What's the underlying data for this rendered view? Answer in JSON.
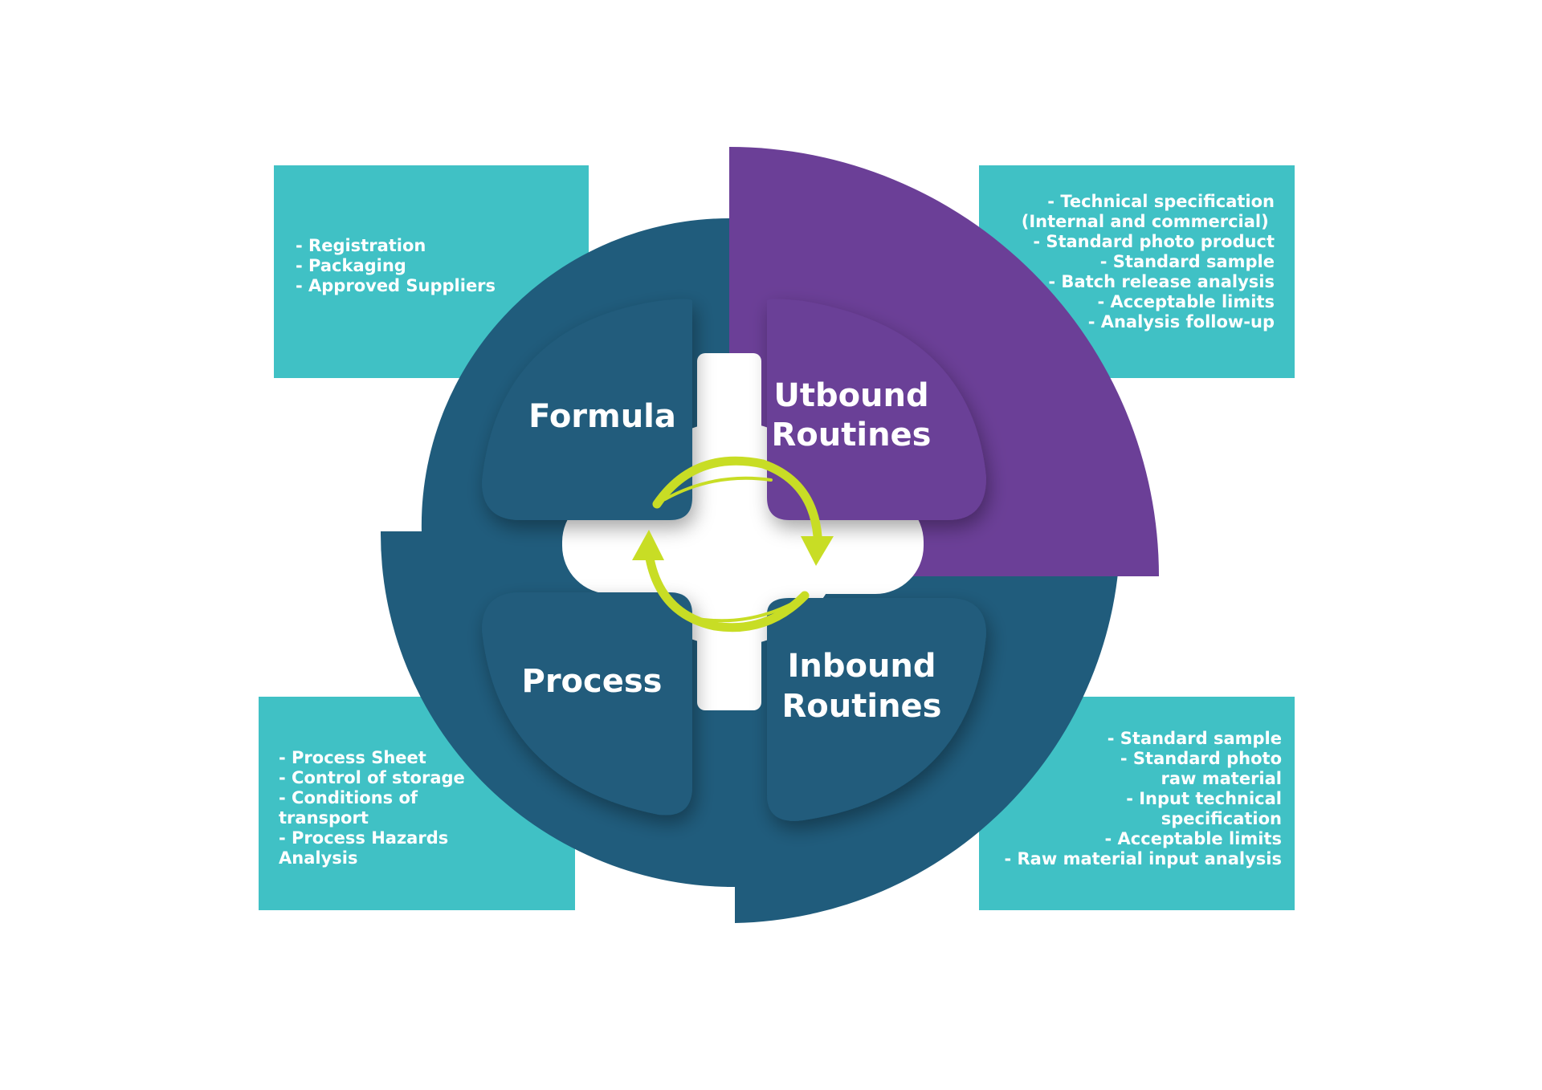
{
  "colors": {
    "panel": "#40c1c5",
    "ring": "#205c7c",
    "purple": "#6b3f97",
    "arrow": "#c8dd25",
    "text": "#ffffff"
  },
  "quadrants": {
    "formula": "Formula",
    "outbound": [
      "Utbound",
      "Routines"
    ],
    "process": "Process",
    "inbound": [
      "Inbound",
      "Routines"
    ]
  },
  "panels": {
    "formula": [
      "- Registration",
      "- Packaging",
      "- Approved Suppliers"
    ],
    "outbound": [
      "- Technical specification",
      "(Internal and commercial) ",
      "- Standard photo product",
      "- Standard sample",
      "- Batch release analysis",
      "- Acceptable limits",
      "- Analysis follow-up"
    ],
    "process": [
      "- Process Sheet",
      "- Control of storage",
      "- Conditions of",
      "transport",
      "- Process Hazards",
      "Analysis"
    ],
    "inbound": [
      "- Standard sample",
      "- Standard photo",
      "raw material",
      "- Input technical",
      "specification",
      "- Acceptable limits",
      "- Raw material input analysis"
    ]
  },
  "icons": {
    "cycle": "cycle-arrows-icon"
  }
}
